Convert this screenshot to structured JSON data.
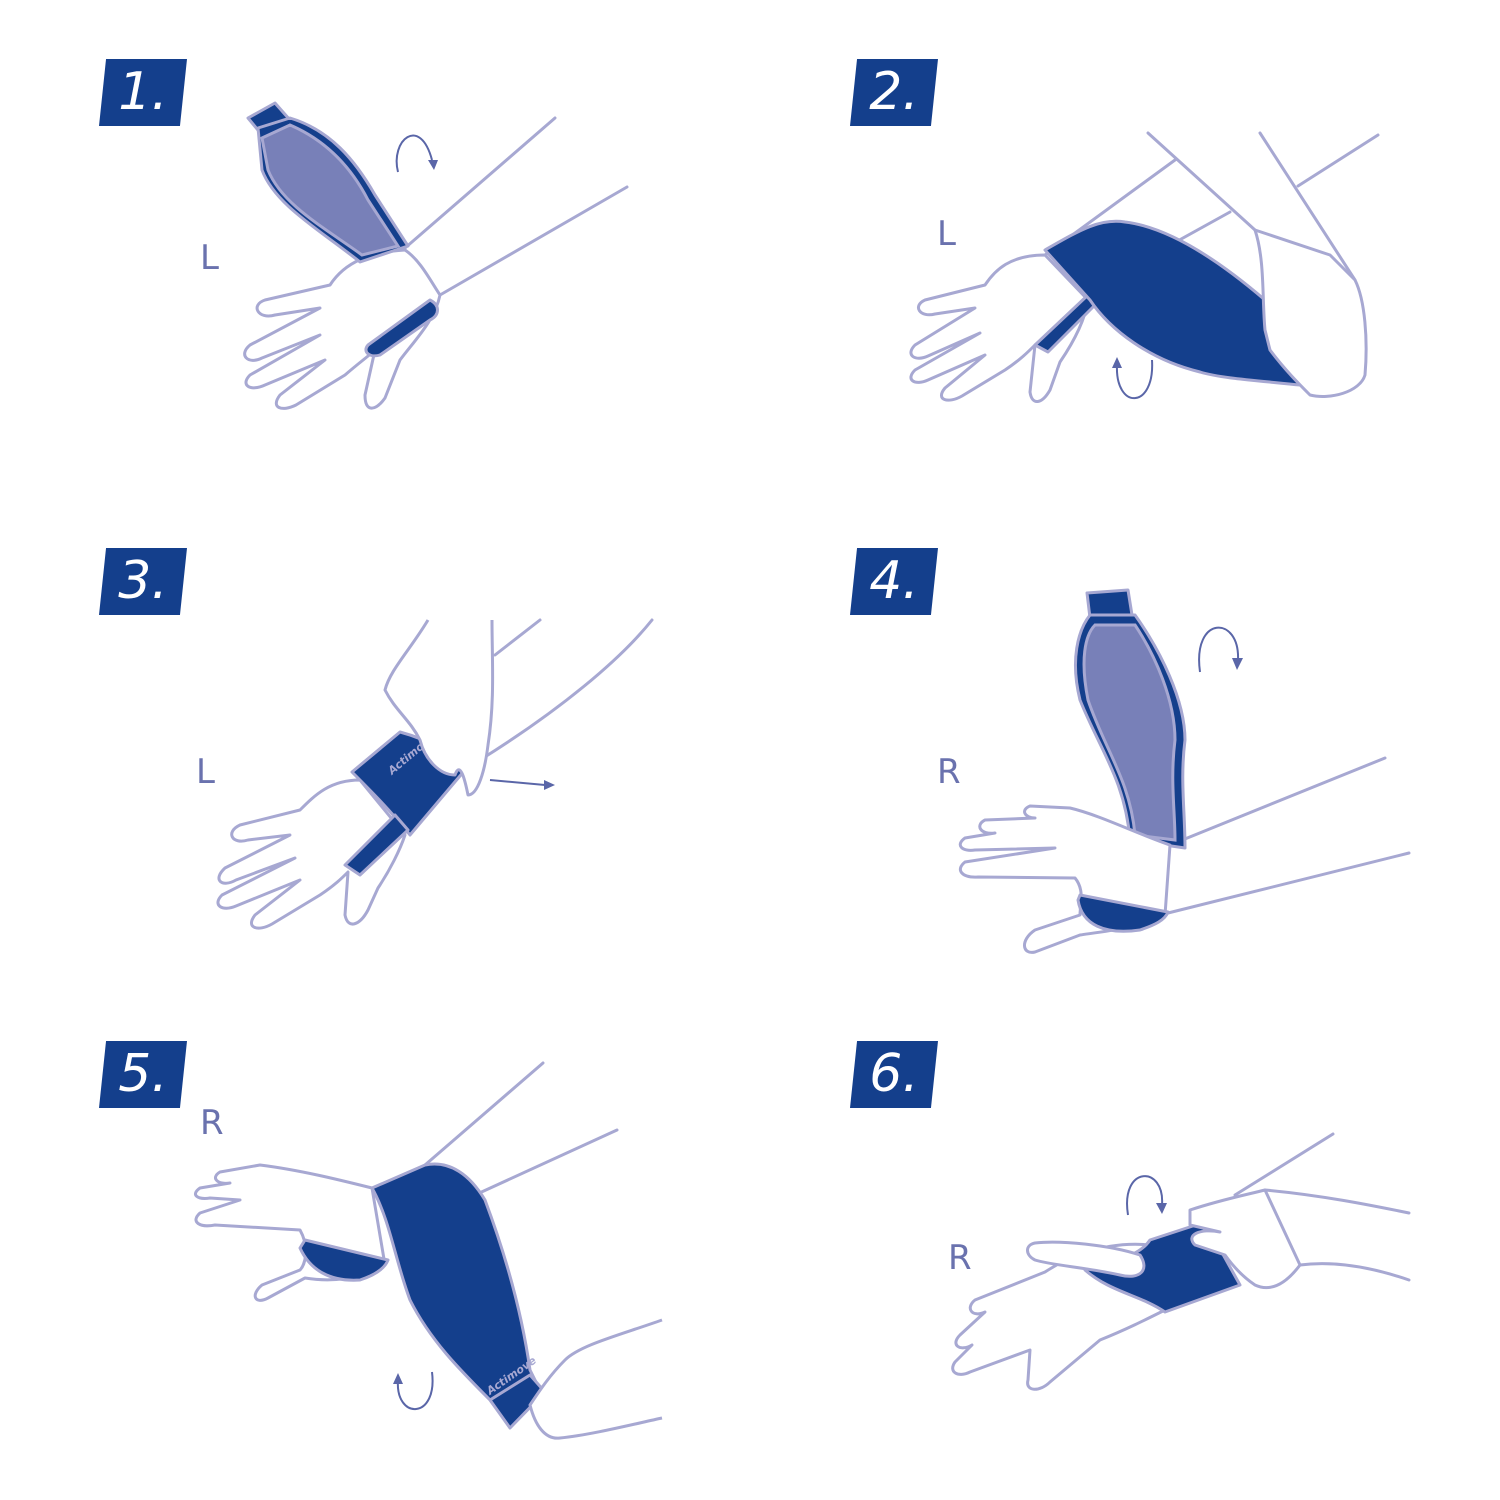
{
  "steps": [
    {
      "number": "1.",
      "side": "L"
    },
    {
      "number": "2.",
      "side": "L"
    },
    {
      "number": "3.",
      "side": "L"
    },
    {
      "number": "4.",
      "side": "R"
    },
    {
      "number": "5.",
      "side": "R"
    },
    {
      "number": "6.",
      "side": "R"
    }
  ],
  "brand": "Actimove",
  "colors": {
    "brace": "#143F8C",
    "outline": "#A7A8D2",
    "inner": "#7880B8",
    "label": "#6A72AE"
  }
}
